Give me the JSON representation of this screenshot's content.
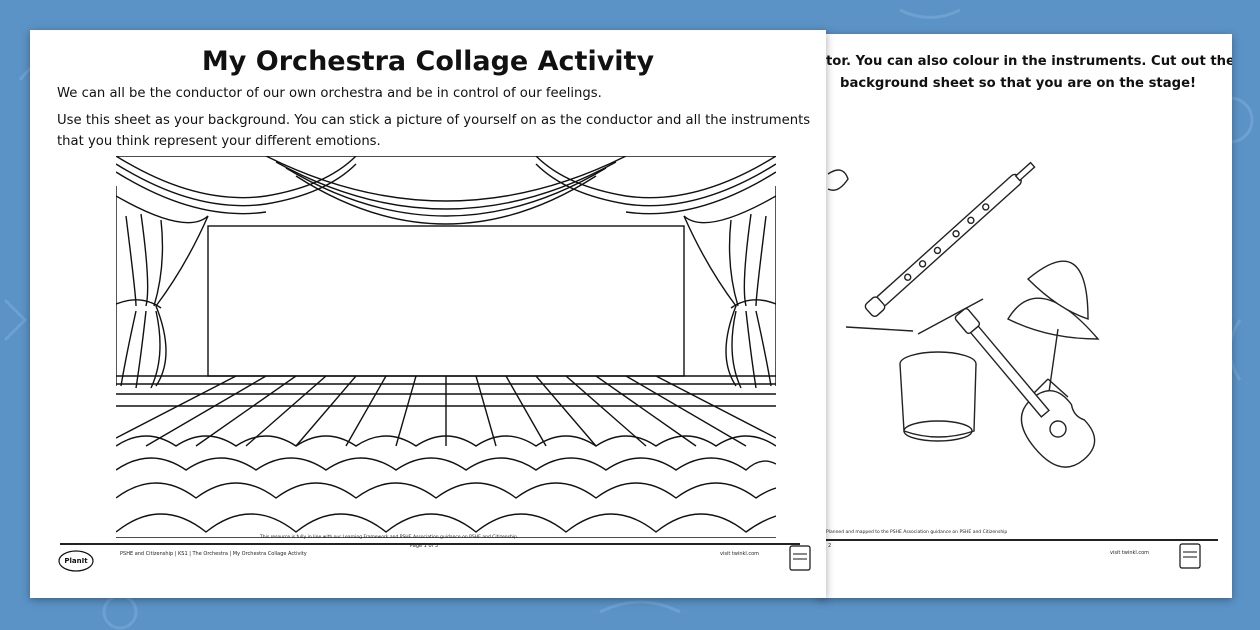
{
  "background": {
    "color": "#5b93c7"
  },
  "page1": {
    "title": "My Orchestra Collage Activity",
    "line1": "We can all be the conductor of our own orchestra and be in control of our feelings.",
    "line2": "Use this sheet as your background. You can stick a picture of yourself on as the conductor and all the instruments",
    "line3": "that you think represent your different emotions.",
    "footnote": "This resource is fully in line with our Learning Framework and PSHE Association guidance on PSHE and Citizenship",
    "footer_left": "PSHE and Citizenship | KS1 | The Orchestra | My Orchestra Collage Activity",
    "page_number": "Page 1 of 3",
    "footer_right": "visit twinkl.com",
    "logo_text": "PlanIt"
  },
  "page2": {
    "line1": "tor. You can also colour in the instruments. Cut out the",
    "line2": "background sheet so that you are on the stage!",
    "footnote": "Planned and mapped to the PSHE Association guidance on PSHE and Citizenship",
    "page_number": "2",
    "footer_right": "visit twinkl.com"
  }
}
